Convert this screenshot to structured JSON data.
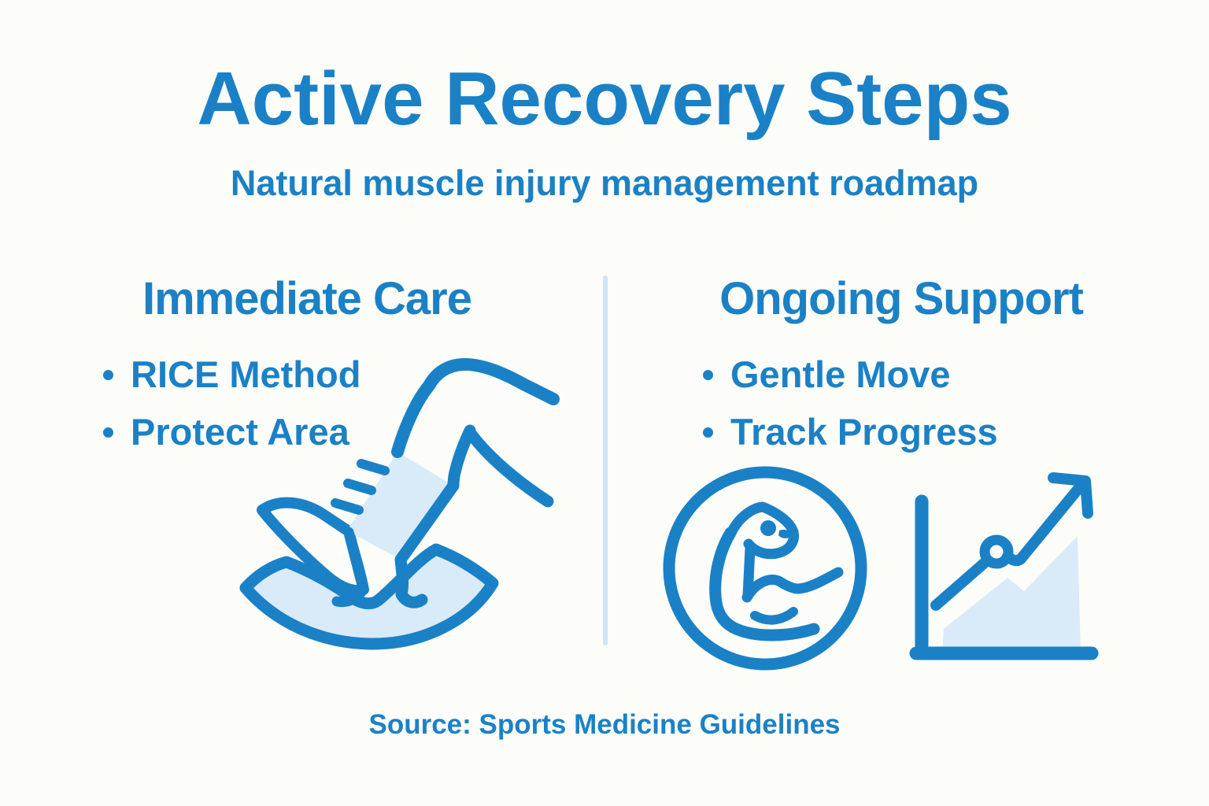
{
  "infographic": {
    "title": "Active Recovery Steps",
    "subtitle": "Natural muscle injury management roadmap",
    "source": "Source: Sports Medicine Guidelines"
  },
  "columns": {
    "left": {
      "heading": "Immediate Care",
      "bullets": [
        "RICE Method",
        "Protect Area"
      ],
      "icon": "elevated-leg-on-pillow-icon"
    },
    "right": {
      "heading": "Ongoing Support",
      "bullets": [
        "Gentle Move",
        "Track Progress"
      ],
      "icons": [
        "flexed-bicep-icon",
        "progress-chart-icon"
      ]
    }
  },
  "colors": {
    "accent": "#1b81c6",
    "light_fill": "#d9ebf8",
    "background": "#fcfcf9",
    "divider": "#cfe4f4"
  }
}
